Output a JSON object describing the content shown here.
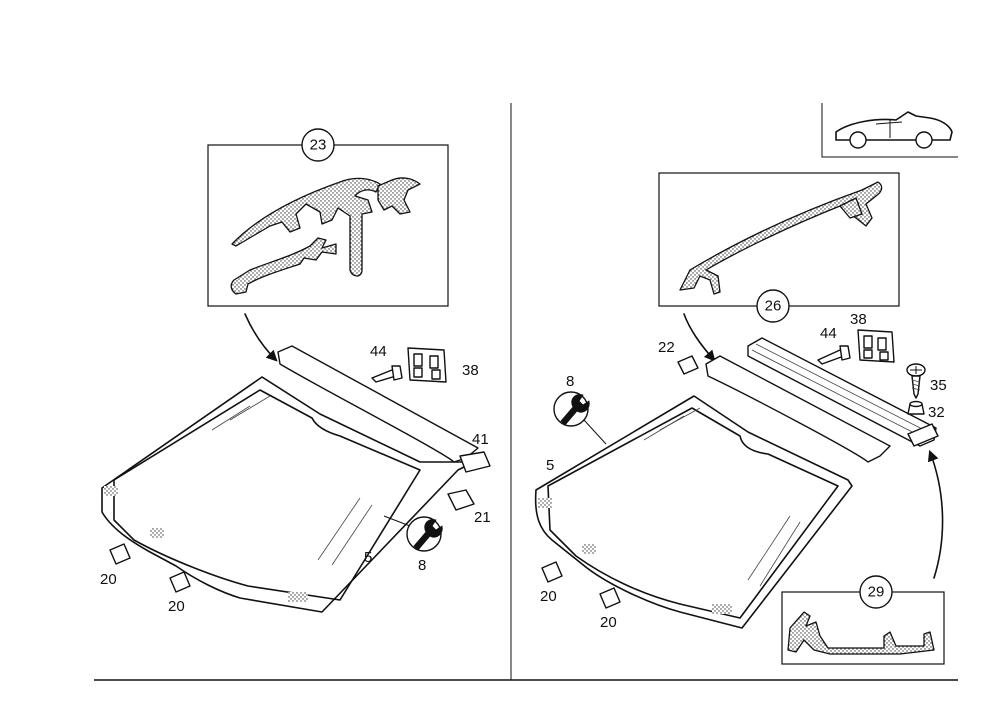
{
  "left_view": {
    "detail_callout": "23",
    "labels": [
      "44",
      "38",
      "41",
      "21",
      "5",
      "8",
      "20",
      "20"
    ]
  },
  "right_view": {
    "detail_callout_top": "26",
    "detail_callout_bottom": "29",
    "labels": [
      "22",
      "8",
      "5",
      "44",
      "38",
      "35",
      "32",
      "20",
      "20"
    ]
  },
  "icons": [
    "wrench-icon",
    "convertible-car-icon"
  ]
}
